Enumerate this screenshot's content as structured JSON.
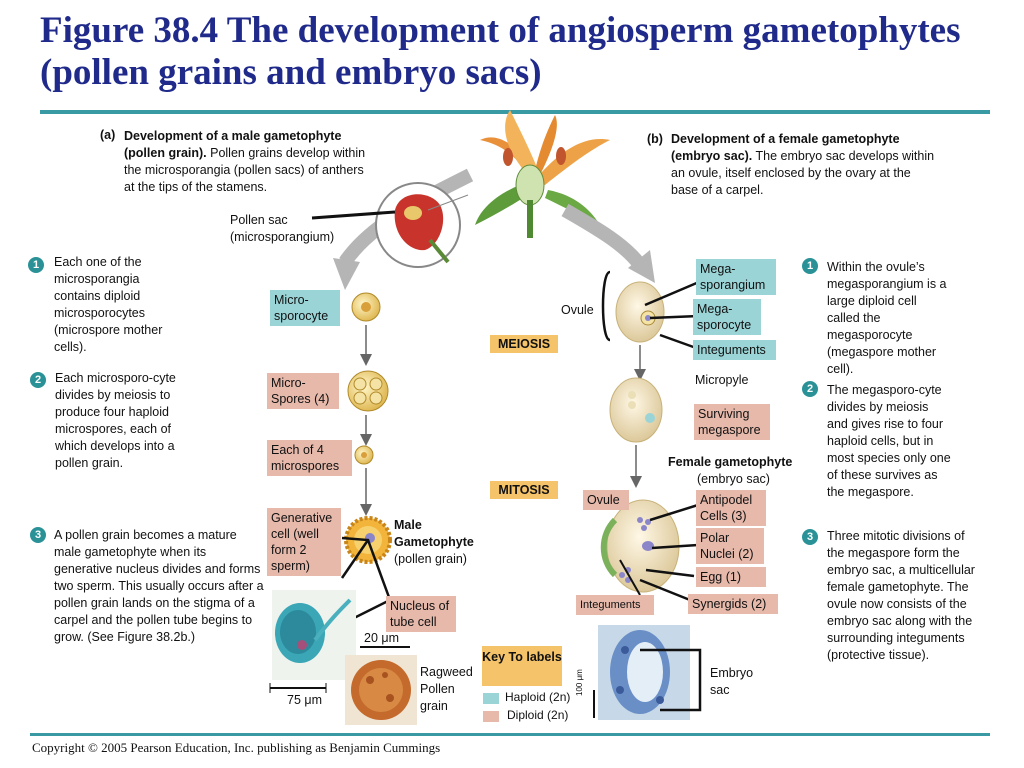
{
  "slide": {
    "title": "Figure 38.4 The development of angiosperm gametophytes (pollen grains and embryo sacs)",
    "copyright": "Copyright © 2005 Pearson Education, Inc. publishing as Benjamin Cummings"
  },
  "panel_a": {
    "letter": "(a)",
    "heading": "Development of a male gametophyte (pollen grain).",
    "text": " Pollen grains develop within the microsporangia (pollen sacs) of anthers at the tips of the stamens.",
    "pollen_sac_label": "Pollen sac (microsporangium)",
    "steps": [
      {
        "num": "1",
        "text": "Each one of the microsporangia contains diploid microsporocytes (microspore mother cells)."
      },
      {
        "num": "2",
        "text": "Each microsporo-cyte divides by meiosis to produce four haploid microspores, each of which develops into a pollen grain."
      },
      {
        "num": "3",
        "text": "A pollen grain becomes a mature male gametophyte when its generative nucleus divides and forms two sperm. This usually occurs after a pollen grain lands on the stigma of a carpel and the pollen tube begins to grow. (See Figure 38.2b.)"
      }
    ],
    "labels": {
      "microsporocyte": "Micro-sporocyte",
      "microspores": "Micro-Spores (4)",
      "each_of_4": "Each of 4 microspores",
      "generative": "Generative cell (well form 2 sperm)",
      "male_gametophyte": "Male Gametophyte",
      "pollen_grain": "(pollen grain)",
      "nucleus_tube": "Nucleus of tube cell",
      "scale_20": "20 μm",
      "scale_75": "75 μm",
      "ragweed": "Ragweed Pollen grain"
    }
  },
  "phases": {
    "meiosis": "MEIOSIS",
    "mitosis": "MITOSIS"
  },
  "panel_b": {
    "letter": "(b)",
    "heading": "Development of a female gametophyte (embryo sac).",
    "text": " The embryo sac develops within an ovule, itself enclosed by the ovary at the base of a carpel.",
    "steps": [
      {
        "num": "1",
        "text": "Within the ovule’s megasporangium is a large diploid cell called the megasporocyte (megaspore mother cell)."
      },
      {
        "num": "2",
        "text": "The megasporo-cyte divides by meiosis and gives rise to four haploid cells, but in most species only one of these survives as the megaspore."
      },
      {
        "num": "3",
        "text": "Three mitotic divisions of the megaspore form the embryo sac, a multicellular female gametophyte. The ovule now consists of the embryo sac along with the surrounding integuments (protective tissue)."
      }
    ],
    "labels": {
      "ovule": "Ovule",
      "megasporangium": "Mega-sporangium",
      "megasporocyte": "Mega-sporocyte",
      "integuments": "Integuments",
      "micropyle": "Micropyle",
      "surviving": "Surviving megaspore",
      "female_gametophyte": "Female gametophyte",
      "embryo_sac_paren": "(embryo sac)",
      "ovule2": "Ovule",
      "antipodel": "Antipodel Cells (3)",
      "polar": "Polar Nuclei (2)",
      "egg": "Egg (1)",
      "integuments2": "Integuments",
      "synergids": "Synergids (2)",
      "embryo_sac": "Embryo sac",
      "scale_100": "100 μm"
    }
  },
  "key": {
    "title": "Key To labels",
    "haploid": "Haploid (2n)",
    "diploid": "Diploid (2n)"
  },
  "colors": {
    "title": "#1f2a8a",
    "rule": "#3a9aa3",
    "haploid": "#9ad4d6",
    "diploid": "#e6b9ab",
    "phase": "#f4c36a",
    "step": "#2a9297"
  }
}
